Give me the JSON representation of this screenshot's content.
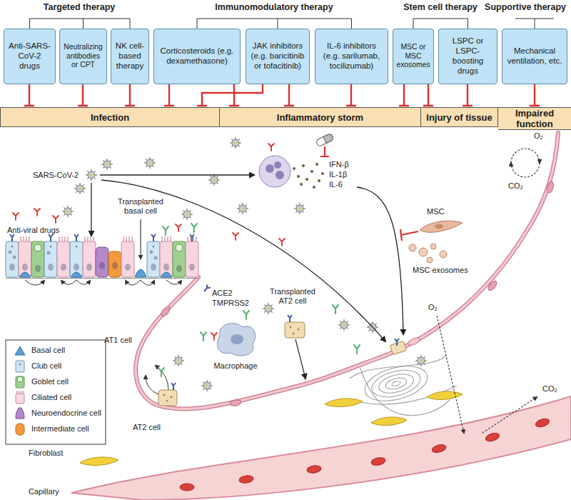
{
  "diagram": {
    "nodes": [
      {
        "text": [
          "Anti-SARS-CoV-2 drugs"
        ]
      },
      {
        "text": [
          "Neutralizing antibodies or CPT"
        ]
      },
      {
        "text": [
          "NK cell-based therapy"
        ]
      },
      {
        "text": [
          "Corticosteroids (e.g. dexamethasone)"
        ]
      },
      {
        "text": [
          "JAK inhibitors (e.g. baricitinib or tofacitinib)"
        ]
      },
      {
        "text": [
          "IL-6 inhibitors (e.g. sarilumab, tocilizumab)"
        ]
      },
      {
        "text": [
          "MSC or MSC exosomes"
        ]
      },
      {
        "text": [
          "LSPC or LSPC-boosting drugs"
        ]
      },
      {
        "text": [
          "Mechanical ventilation, etc."
        ]
      },
      {
        "text": [
          "Infection"
        ]
      },
      {
        "text": [
          "Inflammatory storm"
        ]
      },
      {
        "text": [
          "Injury of tissue"
        ]
      },
      {
        "text": [
          "Impaired function"
        ]
      }
    ],
    "edges": [
      {
        "from": 0,
        "to": 9,
        "arrow": "to"
      },
      {
        "from": 1,
        "to": 9,
        "arrow": "to"
      },
      {
        "from": 2,
        "to": 9,
        "arrow": "to"
      },
      {
        "from": 3,
        "to": 9,
        "arrow": "to"
      },
      {
        "from": 3,
        "to": 10,
        "arrow": "to"
      },
      {
        "from": 4,
        "to": 9,
        "arrow": "to"
      },
      {
        "from": 4,
        "to": 10,
        "arrow": "to"
      },
      {
        "from": 5,
        "to": 10,
        "arrow": "to"
      },
      {
        "from": 6,
        "to": 10,
        "arrow": "to"
      },
      {
        "from": 6,
        "to": 11,
        "arrow": "to"
      },
      {
        "from": 7,
        "to": 11,
        "arrow": "to"
      },
      {
        "from": 8,
        "to": 12,
        "arrow": "to"
      }
    ],
    "labels": [
      "Targeted therapy",
      "Immunomodulatory therapy",
      "Stem cell therapy",
      "Supportive therapy",
      "SARS-CoV-2",
      "Transplanted basal cell",
      "Anti-viral drugs",
      "IFN-β",
      "IL-1β",
      "IL-6",
      "MSC",
      "MSC exosomes",
      "O₂",
      "CO₂",
      "ACE2",
      "TMPRSS2",
      "AT1 cell",
      "AT2 cell",
      "Macrophage",
      "Transplanted AT2 cell",
      "Fibroblast",
      "Capillary",
      "O₂",
      "CO₂"
    ],
    "legend": [
      {
        "text": "Basal cell"
      },
      {
        "text": "Club cell"
      },
      {
        "text": "Goblet cell"
      },
      {
        "text": "Ciliated cell"
      },
      {
        "text": "Neuroendocrine cell"
      },
      {
        "text": "Intermediate cell"
      }
    ]
  }
}
